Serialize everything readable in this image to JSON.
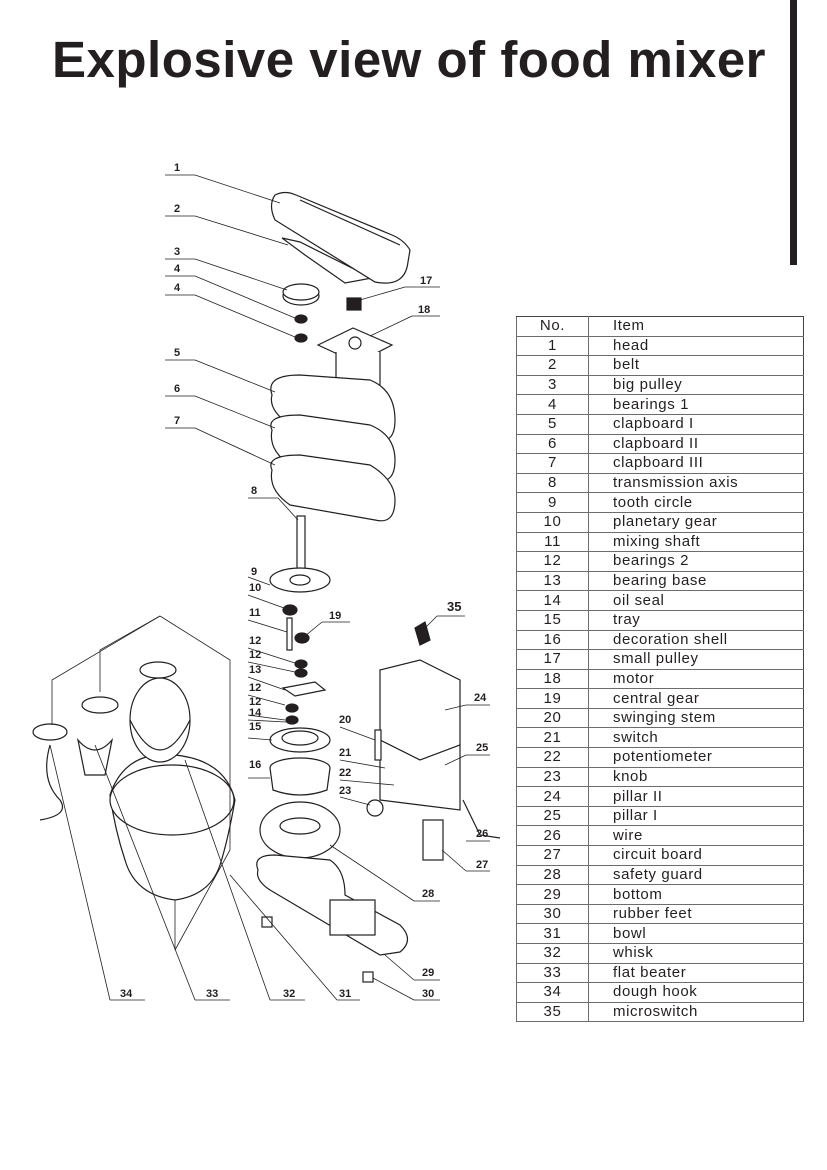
{
  "title": "Explosive view of food mixer",
  "table": {
    "headers": {
      "no": "No.",
      "item": "Item"
    },
    "rows": [
      {
        "no": "1",
        "item": "head"
      },
      {
        "no": "2",
        "item": "belt"
      },
      {
        "no": "3",
        "item": "big pulley"
      },
      {
        "no": "4",
        "item": "bearings 1"
      },
      {
        "no": "5",
        "item": "clapboard I"
      },
      {
        "no": "6",
        "item": "clapboard II"
      },
      {
        "no": "7",
        "item": "clapboard III"
      },
      {
        "no": "8",
        "item": "transmission axis"
      },
      {
        "no": "9",
        "item": "tooth circle"
      },
      {
        "no": "10",
        "item": "planetary gear"
      },
      {
        "no": "11",
        "item": "mixing shaft"
      },
      {
        "no": "12",
        "item": "bearings 2"
      },
      {
        "no": "13",
        "item": "bearing base"
      },
      {
        "no": "14",
        "item": "oil seal"
      },
      {
        "no": "15",
        "item": "tray"
      },
      {
        "no": "16",
        "item": "decoration shell"
      },
      {
        "no": "17",
        "item": "small pulley"
      },
      {
        "no": "18",
        "item": "motor"
      },
      {
        "no": "19",
        "item": "central gear"
      },
      {
        "no": "20",
        "item": "swinging stem"
      },
      {
        "no": "21",
        "item": "switch"
      },
      {
        "no": "22",
        "item": "potentiometer"
      },
      {
        "no": "23",
        "item": "knob"
      },
      {
        "no": "24",
        "item": "pillar II"
      },
      {
        "no": "25",
        "item": "pillar I"
      },
      {
        "no": "26",
        "item": "wire"
      },
      {
        "no": "27",
        "item": "circuit board"
      },
      {
        "no": "28",
        "item": "safety guard"
      },
      {
        "no": "29",
        "item": "bottom"
      },
      {
        "no": "30",
        "item": "rubber feet"
      },
      {
        "no": "31",
        "item": "bowl"
      },
      {
        "no": "32",
        "item": "whisk"
      },
      {
        "no": "33",
        "item": "flat beater"
      },
      {
        "no": "34",
        "item": "dough hook"
      },
      {
        "no": "35",
        "item": "microswitch"
      }
    ]
  },
  "callouts": [
    "1",
    "2",
    "3",
    "4",
    "4",
    "5",
    "6",
    "7",
    "8",
    "9",
    "10",
    "11",
    "12",
    "12",
    "13",
    "12",
    "12",
    "14",
    "15",
    "16",
    "17",
    "18",
    "19",
    "20",
    "21",
    "22",
    "23",
    "24",
    "25",
    "26",
    "27",
    "28",
    "29",
    "30",
    "31",
    "32",
    "33",
    "34",
    "35"
  ]
}
